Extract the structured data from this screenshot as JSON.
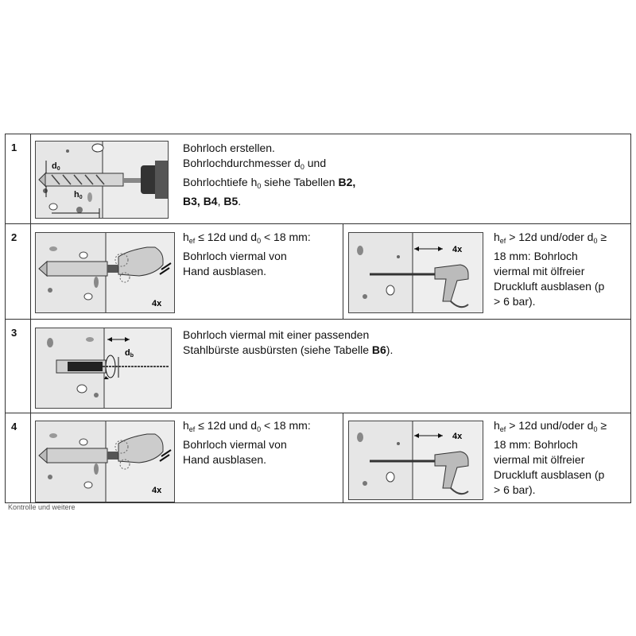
{
  "rows": [
    {
      "number": "1",
      "text": {
        "line1": "Bohrloch erstellen.",
        "line2a": "Bohrlochdurchmesser d",
        "line2sub": "0",
        "line2b": " und",
        "line3a": "Bohrlochtiefe h",
        "line3sub": "0",
        "line3b": " siehe Tabellen ",
        "ref1": "B2,",
        "ref2": "B3",
        "sep1": ", ",
        "ref3": "B4",
        "sep2": ", ",
        "ref4": "B5",
        "end": "."
      },
      "labels": {
        "d0": "d",
        "d0sub": "0",
        "h0": "h",
        "h0sub": "0"
      }
    },
    {
      "number": "2",
      "left": {
        "cond_a": "h",
        "cond_sub1": "ef",
        "cond_b": " ≤ 12d und d",
        "cond_sub2": "0",
        "cond_c": " < 18 mm:",
        "line2": "Bohrloch viermal von",
        "line3": "Hand ausblasen.",
        "count": "4x"
      },
      "right": {
        "cond_a": "h",
        "cond_sub1": "ef",
        "cond_b": " > 12d und/oder d",
        "cond_sub2": "0",
        "cond_c": " ≥",
        "line2": "18 mm: Bohrloch",
        "line3": "viermal mit ölfreier",
        "line4": "Druckluft ausblasen (p",
        "line5": "> 6 bar).",
        "count": "4x"
      }
    },
    {
      "number": "3",
      "text": {
        "line1": "Bohrloch viermal mit einer passenden",
        "line2a": "Stahlbürste ausbürsten (siehe Tabelle ",
        "ref": "B6",
        "line2b": ")."
      },
      "labels": {
        "db": "d",
        "dbsub": "b"
      }
    },
    {
      "number": "4",
      "left": {
        "cond_a": "h",
        "cond_sub1": "ef",
        "cond_b": " ≤ 12d und d",
        "cond_sub2": "0",
        "cond_c": " < 18 mm:",
        "line2": "Bohrloch viermal von",
        "line3": "Hand ausblasen.",
        "count": "4x"
      },
      "right": {
        "cond_a": "h",
        "cond_sub1": "ef",
        "cond_b": " > 12d und/oder d",
        "cond_sub2": "0",
        "cond_c": " ≥",
        "line2": "18 mm: Bohrloch",
        "line3": "viermal mit ölfreier",
        "line4": "Druckluft ausblasen (p",
        "line5": "> 6 bar).",
        "count": "4x"
      }
    }
  ],
  "footnote": "Kontrolle und weitere"
}
